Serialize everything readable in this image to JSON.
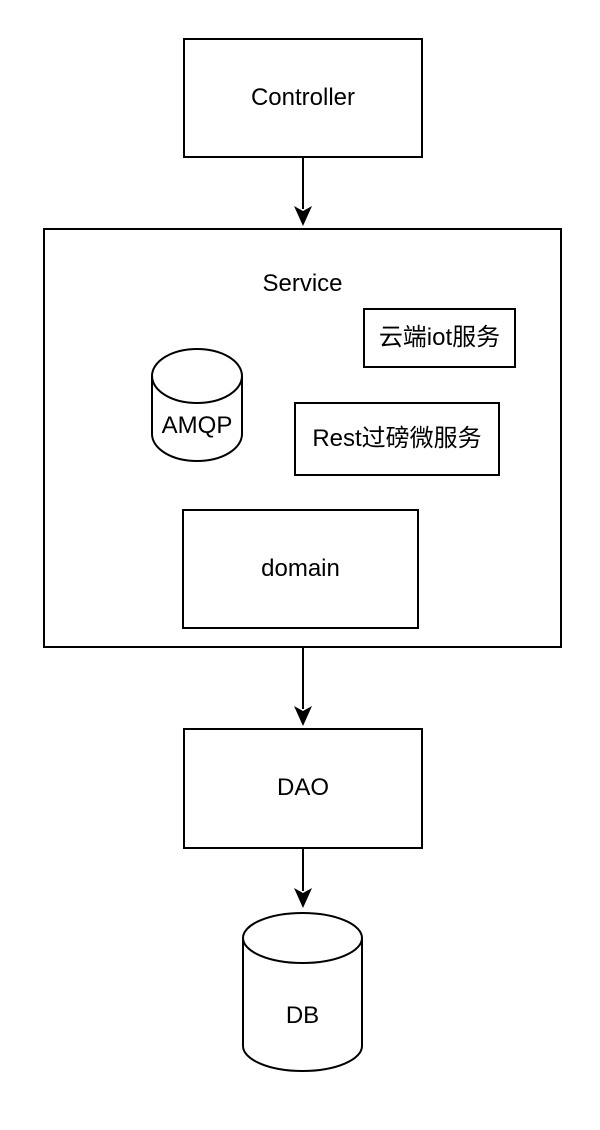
{
  "diagram": {
    "background_color": "#ffffff",
    "stroke_color": "#000000",
    "text_color": "#000000",
    "nodes": {
      "controller": {
        "label": "Controller",
        "shape": "rectangle"
      },
      "service": {
        "label": "Service",
        "shape": "container"
      },
      "cloud_iot": {
        "label": "云端iot服务",
        "shape": "rectangle"
      },
      "amqp": {
        "label": "AMQP",
        "shape": "cylinder"
      },
      "rest": {
        "label": "Rest过磅微服务",
        "shape": "rectangle"
      },
      "domain": {
        "label": "domain",
        "shape": "rectangle"
      },
      "dao": {
        "label": "DAO",
        "shape": "rectangle"
      },
      "db": {
        "label": "DB",
        "shape": "cylinder"
      }
    },
    "edges": [
      {
        "from": "controller",
        "to": "service",
        "style": "arrow-down"
      },
      {
        "from": "service",
        "to": "dao",
        "style": "arrow-down"
      },
      {
        "from": "dao",
        "to": "db",
        "style": "arrow-down"
      }
    ]
  }
}
